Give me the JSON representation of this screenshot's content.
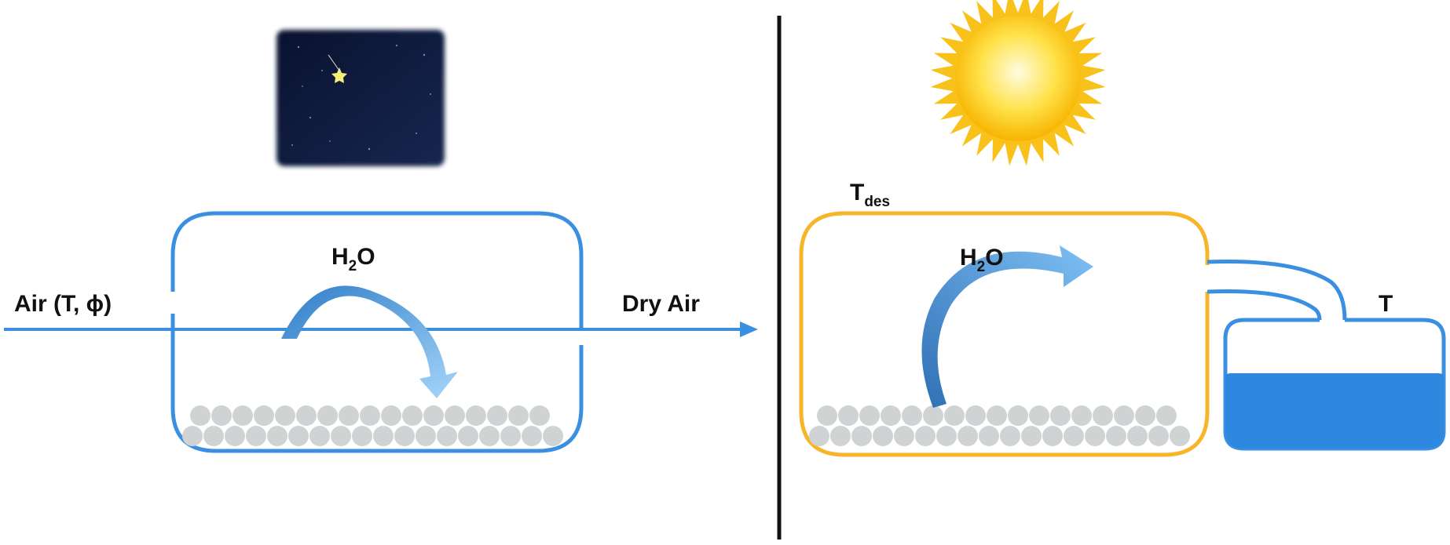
{
  "left_panel": {
    "inlet_label": "Air (T, ϕ)",
    "outlet_label": "Dry Air",
    "water_label": {
      "main": "H",
      "sub": "2",
      "tail": "O"
    }
  },
  "right_panel": {
    "chamber_temp_label": {
      "main": "T",
      "sub": "des"
    },
    "water_label": {
      "main": "H",
      "sub": "2",
      "tail": "O"
    },
    "tank_temp_label": "T"
  },
  "colors": {
    "adsorption_blue": "#3a8fe0",
    "desorption_yellow": "#f7b52a",
    "water_fill": "#2f88e0",
    "particle_grey": "#cfd3d4",
    "arrow_dark": "#3c83c9",
    "arrow_light": "#8fc8f5",
    "divider": "#111111"
  },
  "icons": [
    "moon-night-icon",
    "sun-icon",
    "sorbent-particles"
  ]
}
